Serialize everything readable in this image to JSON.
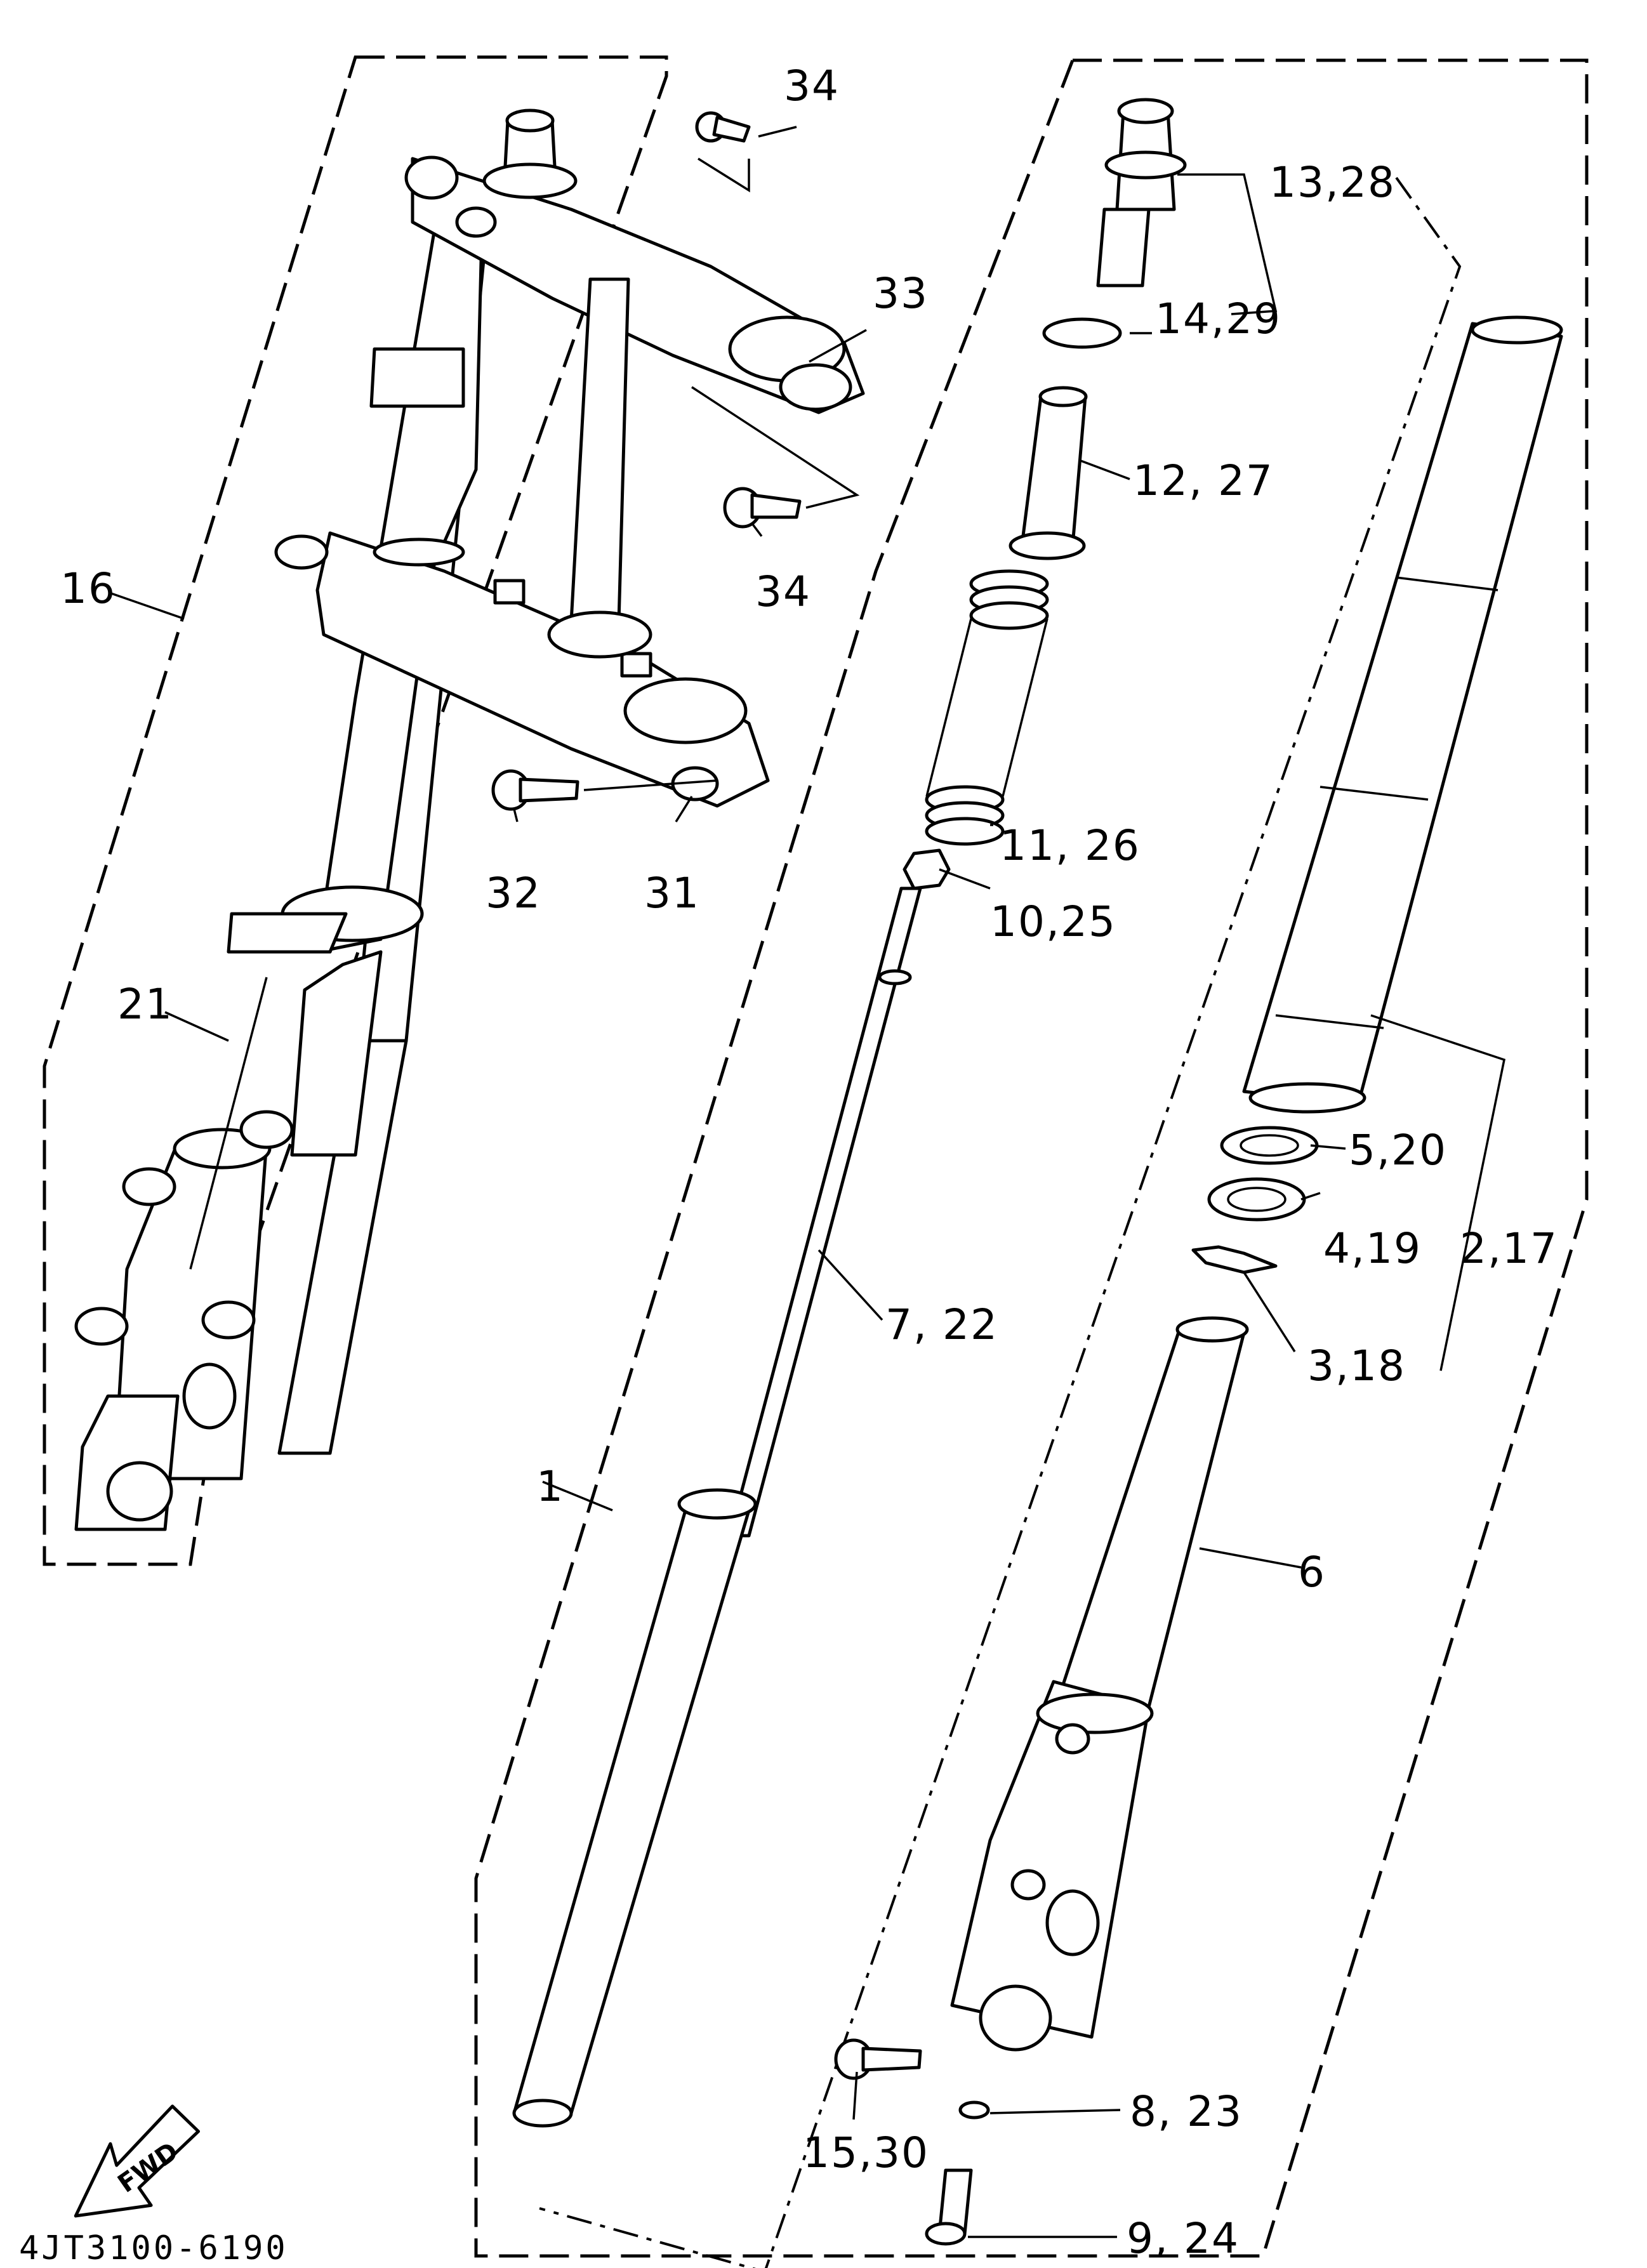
{
  "diagram": {
    "code": "4JT3100-6190",
    "fwd_label": "FWD",
    "labels": {
      "p34a": "34",
      "p33": "33",
      "p34b": "34",
      "p16": "16",
      "p21": "21",
      "p32": "32",
      "p31": "31",
      "p13_28": "13,28",
      "p14_29": "14,29",
      "p12_27": "12, 27",
      "p11_26": "11, 26",
      "p10_25": "10,25",
      "p7_22": "7, 22",
      "p1": "1",
      "p5_20": "5,20",
      "p4_19": "4,19",
      "p2_17": "2,17",
      "p3_18": "3,18",
      "p6": "6",
      "p15_30": "15,30",
      "p8_23": "8, 23",
      "p9_24": "9, 24"
    }
  }
}
